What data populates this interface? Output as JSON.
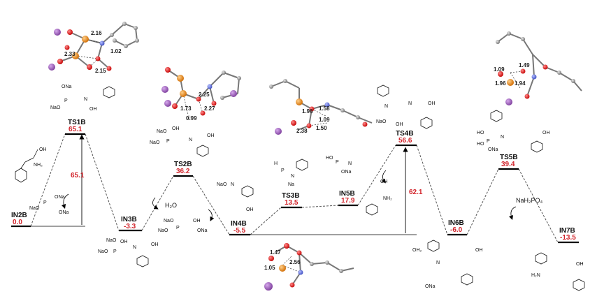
{
  "colors": {
    "level": "#000000",
    "connector": "#444444",
    "value": "#d2232a",
    "oxygen": "#e11d1d",
    "phosphorus": "#e98a1a",
    "sodium": "#9b5bb7",
    "nitrogen": "#6272d6",
    "carbon": "#8a8a8a"
  },
  "levels": [
    {
      "id": "IN2B",
      "name": "IN2B",
      "value": "0.0"
    },
    {
      "id": "TS1B",
      "name": "TS1B",
      "value": "65.1"
    },
    {
      "id": "IN3B",
      "name": "IN3B",
      "value": "-3.3"
    },
    {
      "id": "TS2B",
      "name": "TS2B",
      "value": "36.2"
    },
    {
      "id": "IN4B",
      "name": "IN4B",
      "value": "-5.5"
    },
    {
      "id": "TS3B",
      "name": "TS3B",
      "value": "13.5"
    },
    {
      "id": "IN5B",
      "name": "IN5B",
      "value": "17.9"
    },
    {
      "id": "TS4B",
      "name": "TS4B",
      "value": "56.6"
    },
    {
      "id": "IN6B",
      "name": "IN6B",
      "value": "-6.0"
    },
    {
      "id": "TS5B",
      "name": "TS5B",
      "value": "39.4"
    },
    {
      "id": "IN7B",
      "name": "IN7B",
      "value": "-13.5"
    }
  ],
  "barriers": [
    {
      "id": "b1",
      "value": "65.1"
    },
    {
      "id": "b2",
      "value": "62.1"
    }
  ],
  "annotations": {
    "water": "H₂O",
    "phosphate": "NaH₂PO₄"
  },
  "ts1_distances": [
    "2.16",
    "1.02",
    "2.33",
    "2.15"
  ],
  "ts2_distances": [
    "2.25",
    "1.73",
    "2.27",
    "0.99"
  ],
  "ts3_distances": [
    "1.96",
    "1.58",
    "1.09",
    "2.38",
    "1.50"
  ],
  "ts5_distances": [
    "1.49",
    "1.09",
    "1.96",
    "1.94"
  ],
  "in4_distances": [
    "1.47",
    "2.56",
    "1.05"
  ],
  "chem": {
    "ona": "ONa",
    "o": "O",
    "p": "P",
    "nao": "NaO",
    "na": "Na",
    "oh": "OH",
    "h": "H",
    "nh": "N",
    "nh2": "NH₂",
    "h2n": "H₂N",
    "ho": "HO",
    "oh2": "OH₂",
    "nh_h": "H",
    "cooh": "OH"
  }
}
